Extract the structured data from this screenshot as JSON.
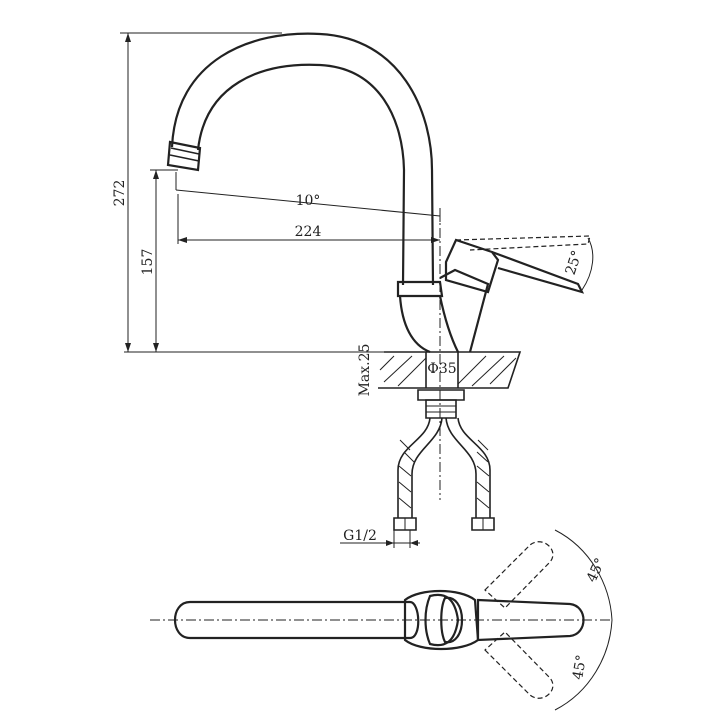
{
  "drawing": {
    "stroke_color": "#222222",
    "background_color": "#ffffff",
    "dimensions": {
      "total_height": "272",
      "spout_height": "157",
      "spout_angle": "10°",
      "spout_reach": "224",
      "lever_angle": "25°",
      "max_deck_thickness": "Max.25",
      "hole_diameter": "Ф35",
      "thread_size": "G1/2",
      "rotation_angle_top": "45°",
      "rotation_angle_bottom": "45°"
    }
  }
}
